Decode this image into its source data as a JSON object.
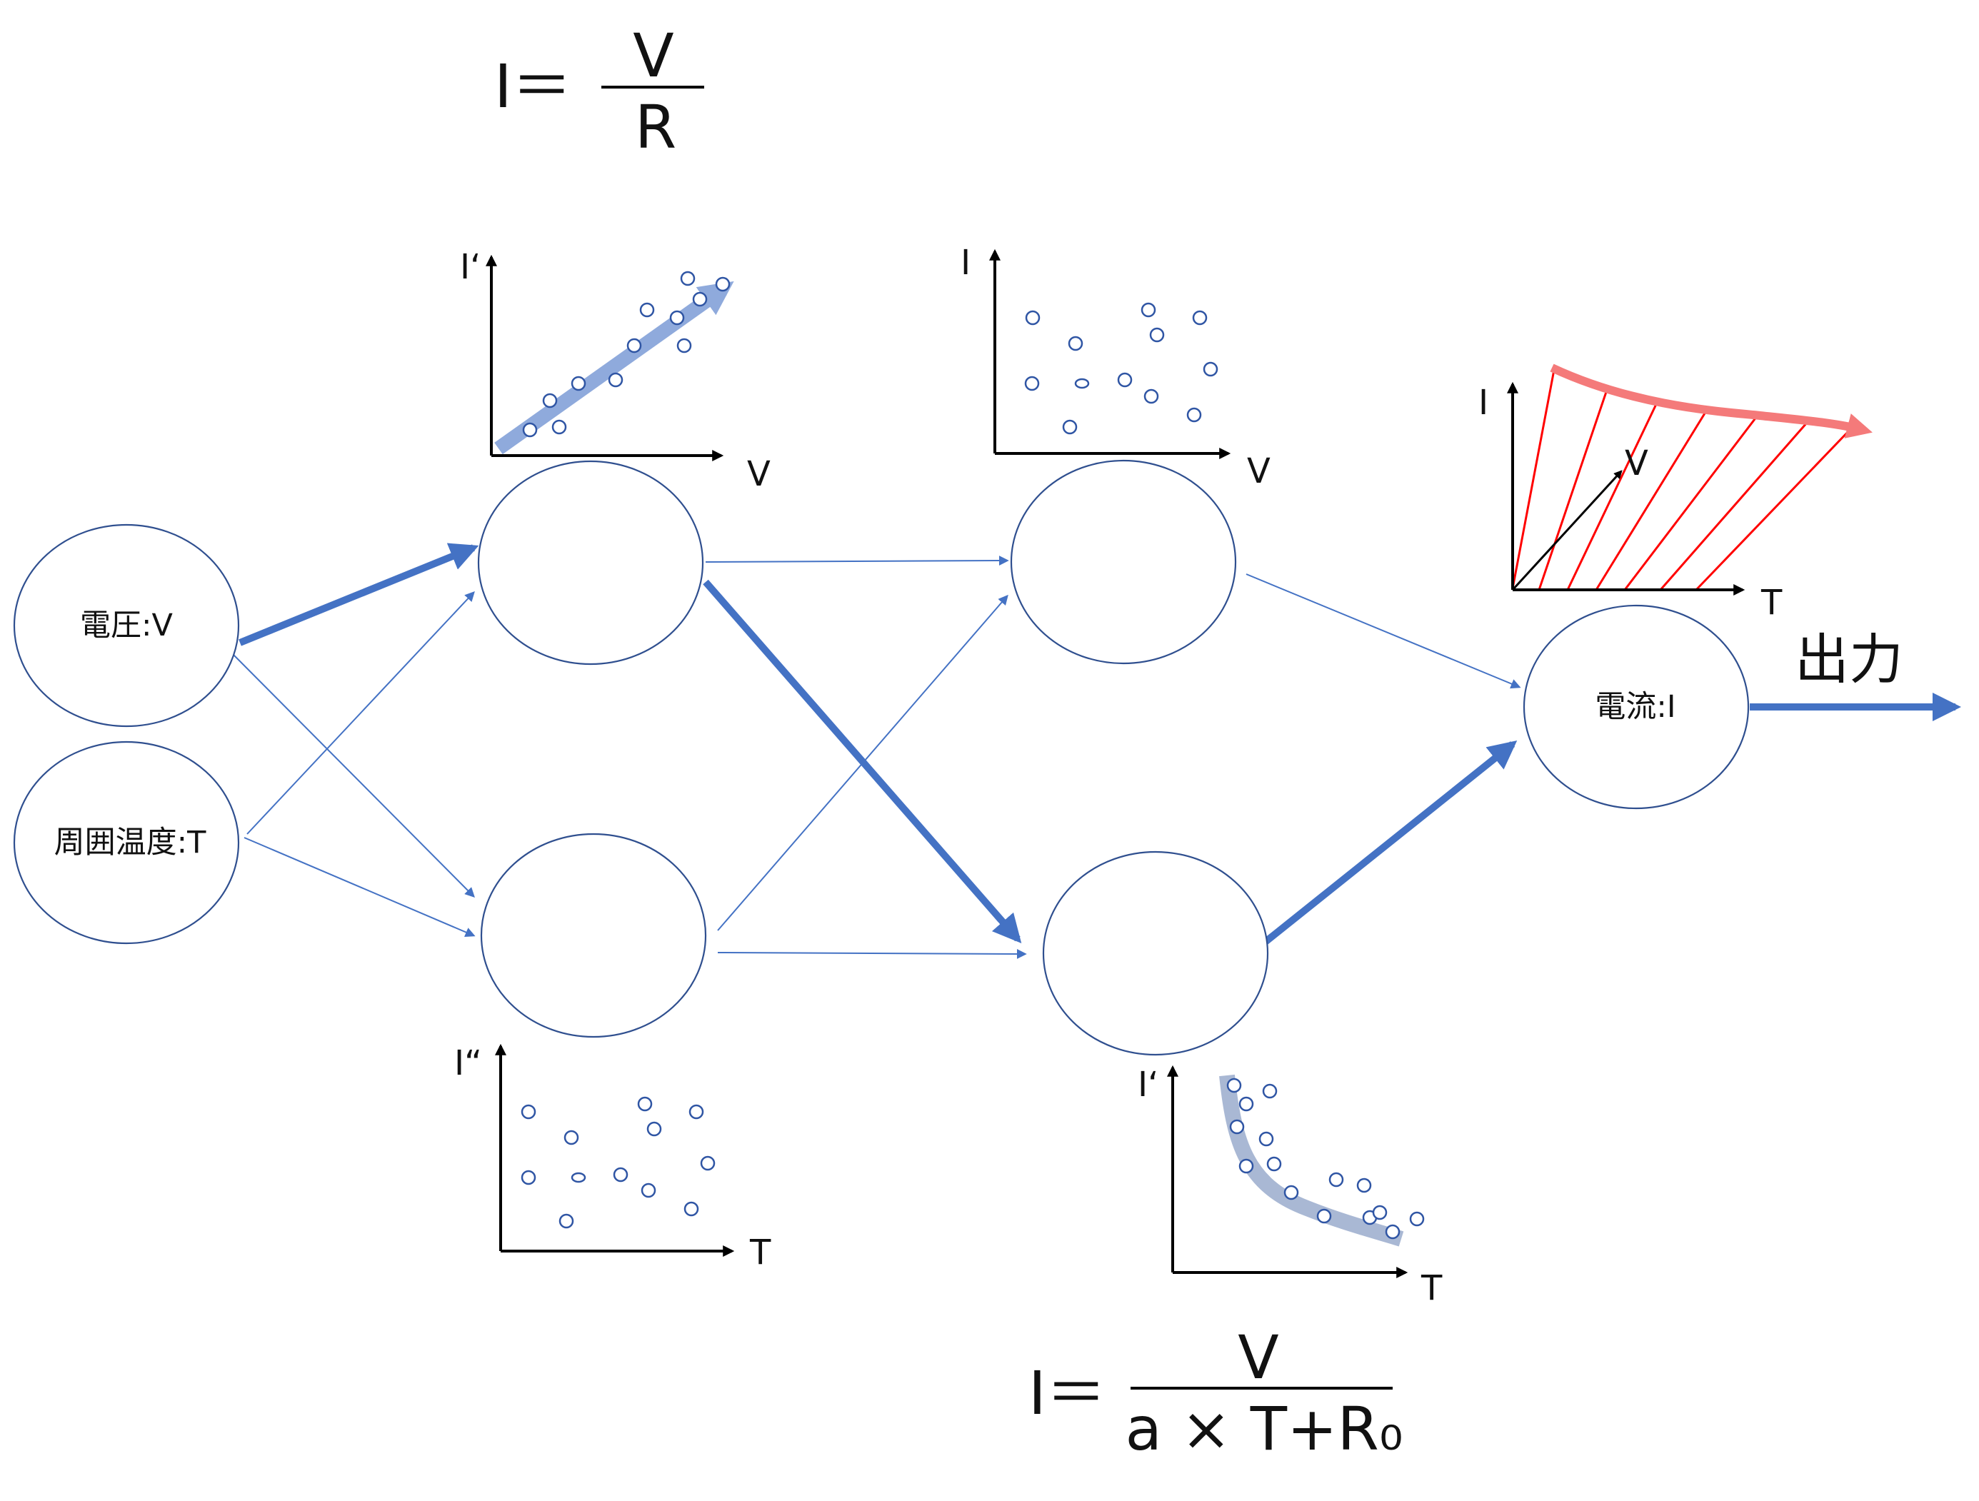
{
  "colors": {
    "edge": "#4472c4",
    "node_stroke": "#2f4f8f",
    "point": "#2f55a4",
    "trend_blue": "#8faadc",
    "trend_gray": "#a9b8d4",
    "red_line": "#ff0000",
    "red_arrow": "#f47a7a"
  },
  "formula_top": {
    "lhs": "I＝",
    "numerator": "V",
    "denominator": "R"
  },
  "formula_bottom": {
    "lhs": "I＝",
    "numerator": "V",
    "denominator": "a × T+R₀"
  },
  "nodes": {
    "input_voltage": "電圧:V",
    "input_temperature": "周囲温度:T",
    "output_current": "電流:I"
  },
  "output_label": "出力",
  "plots": {
    "plot_iv_linear": {
      "ylabel": "I‘",
      "xlabel": "V"
    },
    "plot_iv_scatter": {
      "ylabel": "I",
      "xlabel": "V"
    },
    "plot_it_scatter": {
      "ylabel": "I“",
      "xlabel": "T"
    },
    "plot_it_decay": {
      "ylabel": "I‘",
      "xlabel": "T"
    },
    "plot_3d": {
      "ylabel": "I",
      "xlabel": "T",
      "zlabel": "V"
    }
  }
}
